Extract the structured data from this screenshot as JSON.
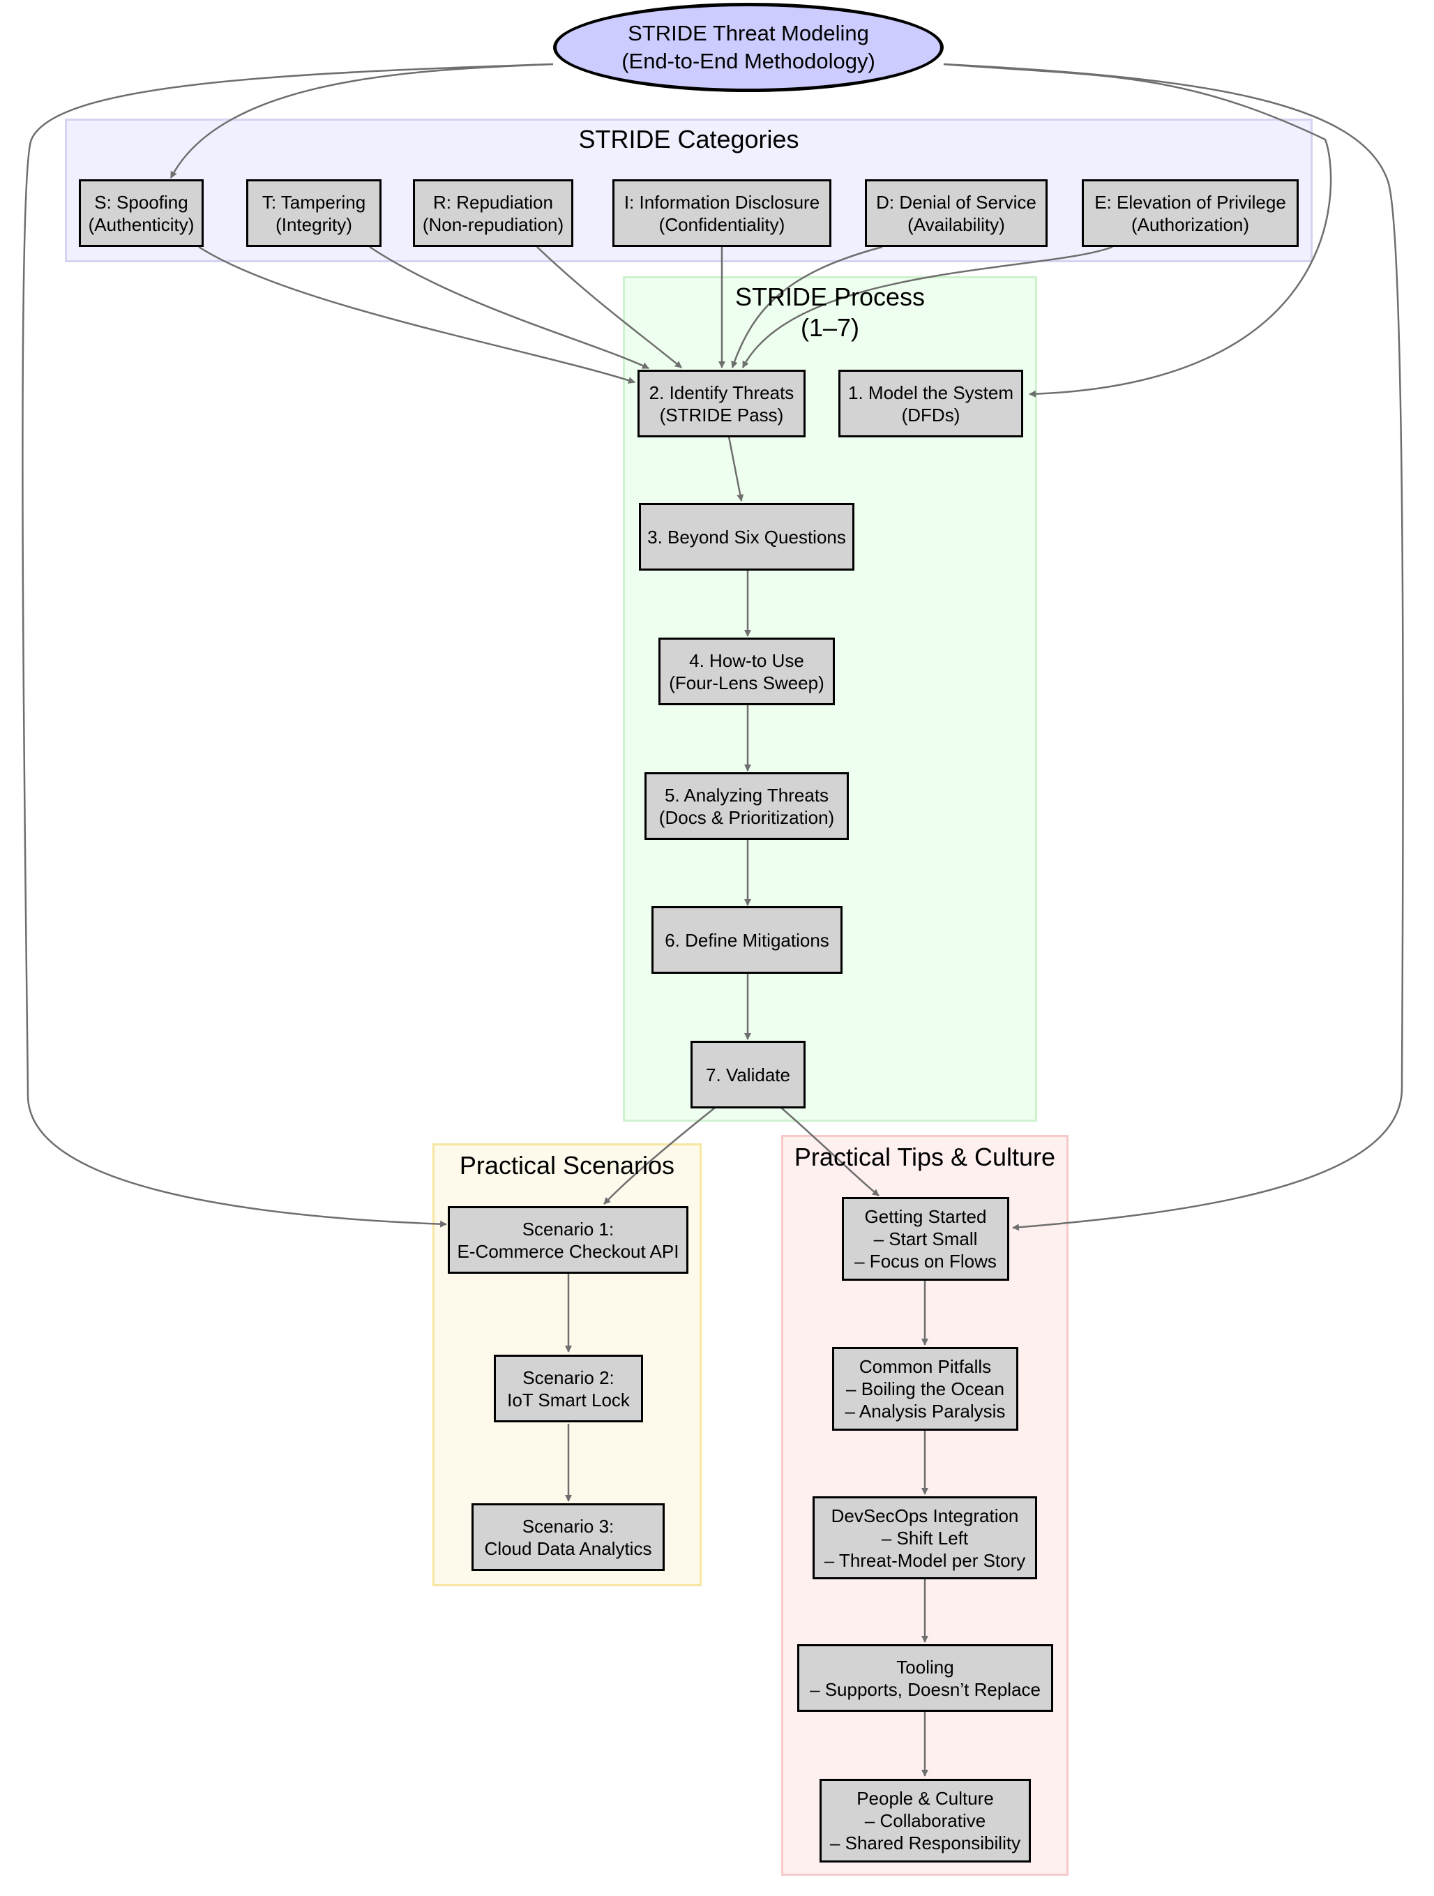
{
  "root": {
    "label": "STRIDE Threat Modeling\n(End-to-End Methodology)"
  },
  "clusters": {
    "categories": {
      "title": "STRIDE Categories"
    },
    "process": {
      "title": "STRIDE Process\n(1–7)"
    },
    "scenarios": {
      "title": "Practical Scenarios"
    },
    "tips": {
      "title": "Practical Tips & Culture"
    }
  },
  "categories": [
    {
      "label": "S: Spoofing\n(Authenticity)"
    },
    {
      "label": "T: Tampering\n(Integrity)"
    },
    {
      "label": "R: Repudiation\n(Non-repudiation)"
    },
    {
      "label": "I: Information Disclosure\n(Confidentiality)"
    },
    {
      "label": "D: Denial of Service\n(Availability)"
    },
    {
      "label": "E: Elevation of Privilege\n(Authorization)"
    }
  ],
  "process": [
    {
      "label": "1. Model the System\n(DFDs)"
    },
    {
      "label": "2. Identify Threats\n(STRIDE Pass)"
    },
    {
      "label": "3. Beyond Six Questions"
    },
    {
      "label": "4. How-to Use\n(Four-Lens Sweep)"
    },
    {
      "label": "5. Analyzing Threats\n(Docs & Prioritization)"
    },
    {
      "label": "6. Define Mitigations"
    },
    {
      "label": "7. Validate"
    }
  ],
  "scenarios": [
    {
      "label": "Scenario 1:\nE-Commerce Checkout API"
    },
    {
      "label": "Scenario 2:\nIoT Smart Lock"
    },
    {
      "label": "Scenario 3:\nCloud Data Analytics"
    }
  ],
  "tips": [
    {
      "label": "Getting Started\n– Start Small\n– Focus on Flows"
    },
    {
      "label": "Common Pitfalls\n– Boiling the Ocean\n– Analysis Paralysis"
    },
    {
      "label": "DevSecOps Integration\n– Shift Left\n– Threat-Model per Story"
    },
    {
      "label": "Tooling\n– Supports, Doesn’t Replace"
    },
    {
      "label": "People & Culture\n– Collaborative\n– Shared Responsibility"
    }
  ],
  "colors": {
    "root_fill": "#ccccff",
    "node_fill": "#d3d3d3",
    "edge": "#6e6e6e",
    "categories_bg": "#f0f0ff",
    "process_bg": "#efffef",
    "scenarios_bg": "#fdfaeb",
    "tips_bg": "#fff0f0"
  }
}
